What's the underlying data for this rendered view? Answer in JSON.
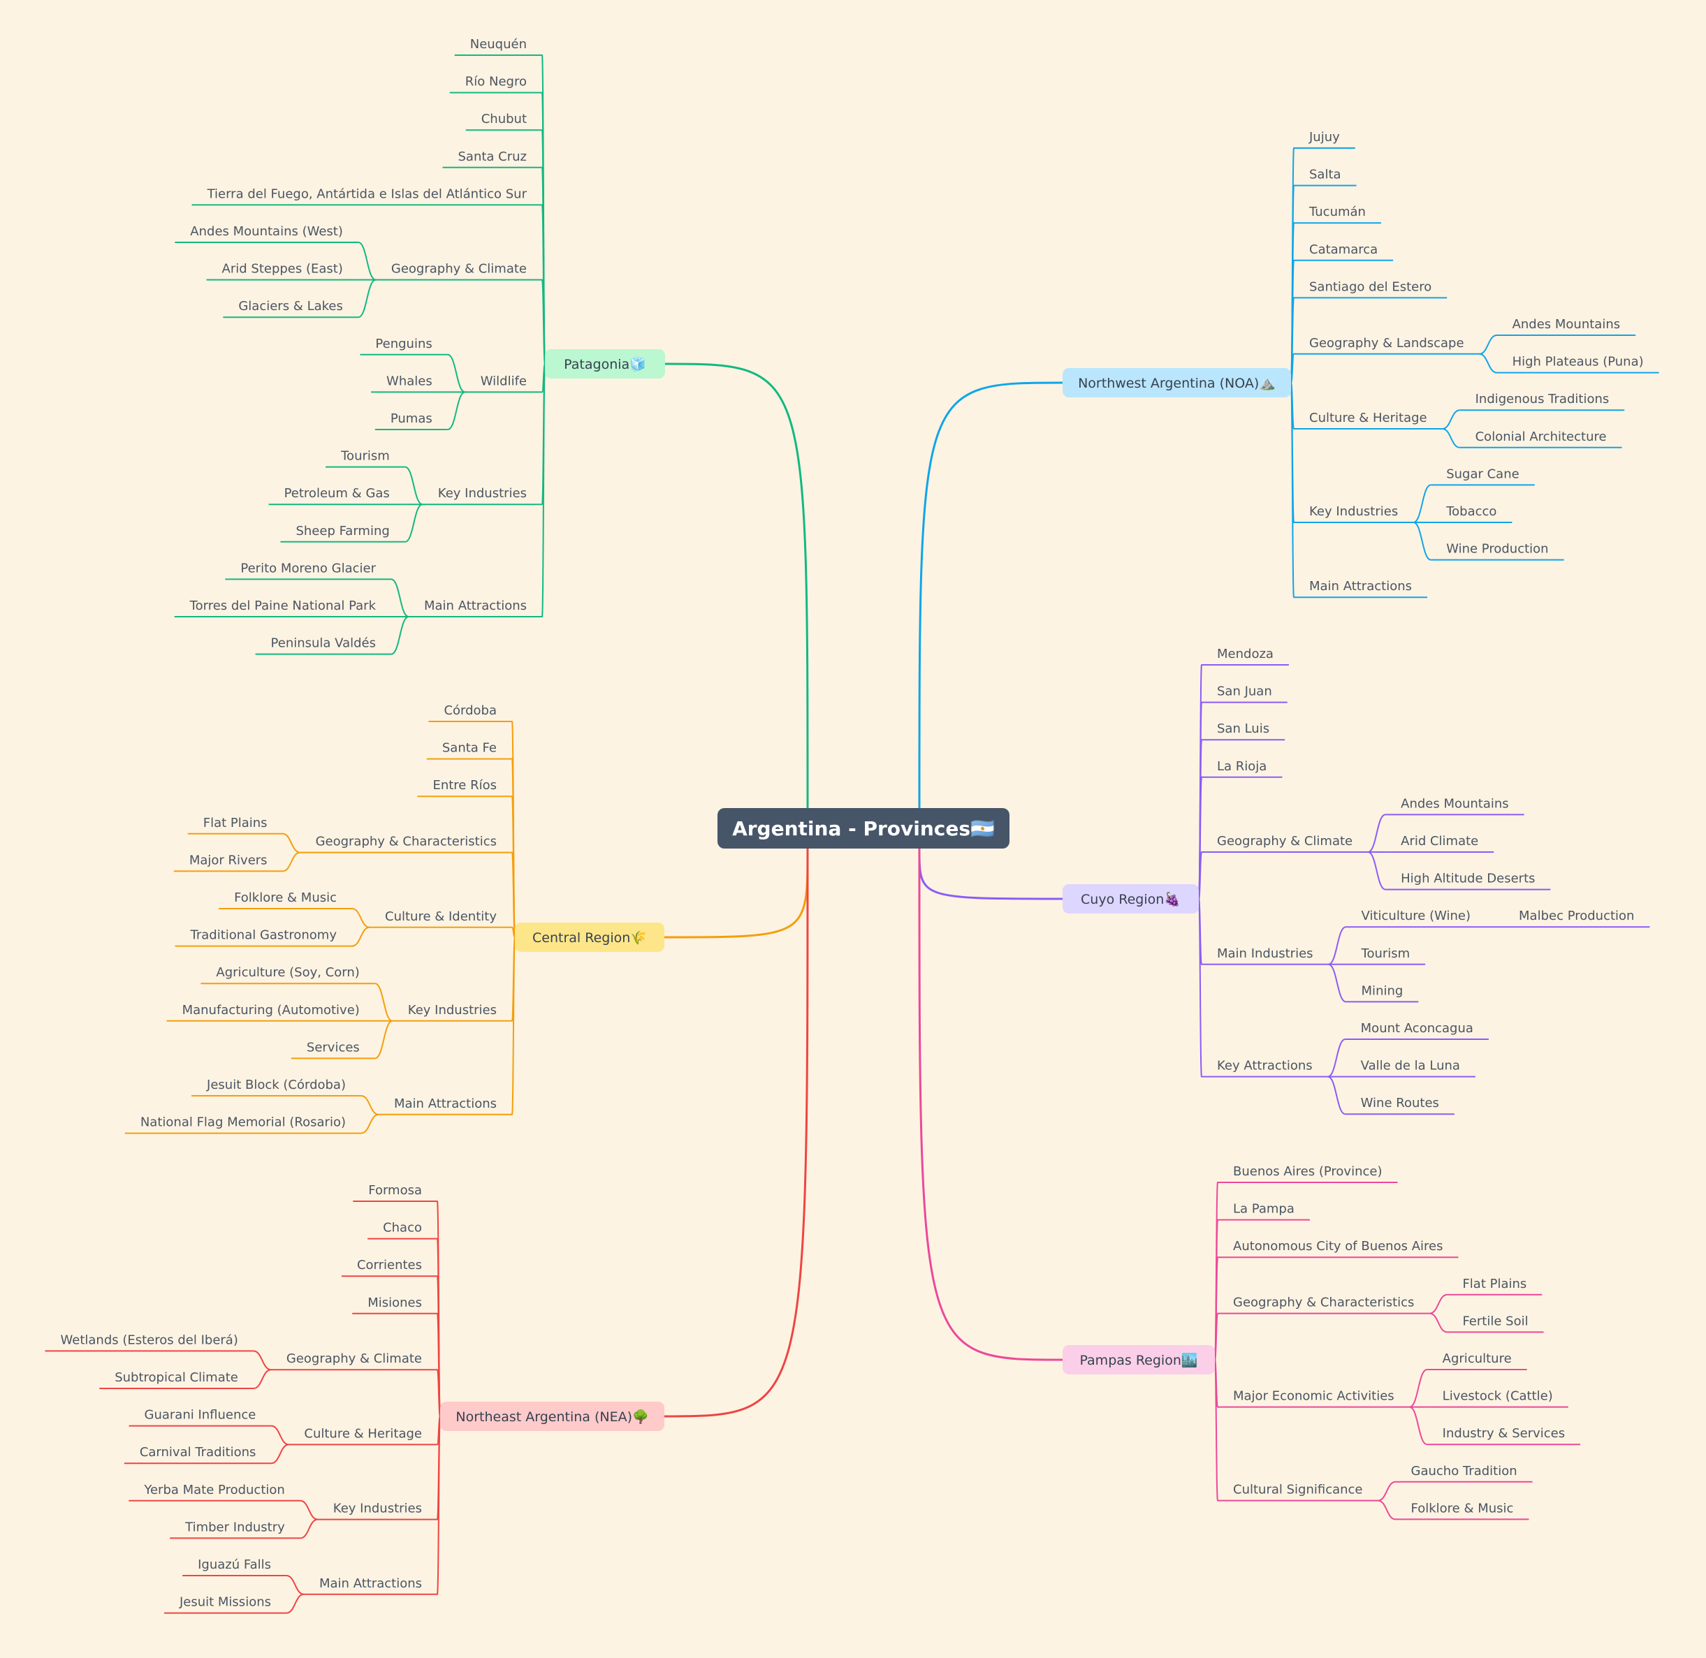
{
  "root": {
    "label": "Argentina - Provinces🇦🇷",
    "fill": "#475569"
  },
  "branches": [
    {
      "id": "patagonia",
      "side": "left",
      "label": "Patagonia🧊",
      "color": "#10b981",
      "fill": "#bbf7d0",
      "children": [
        {
          "label": "Neuquén"
        },
        {
          "label": "Río Negro"
        },
        {
          "label": "Chubut"
        },
        {
          "label": "Santa Cruz"
        },
        {
          "label": "Tierra del Fuego, Antártida e Islas del Atlántico Sur"
        },
        {
          "label": "Geography & Climate",
          "children": [
            {
              "label": "Andes Mountains (West)"
            },
            {
              "label": "Arid Steppes (East)"
            },
            {
              "label": "Glaciers & Lakes"
            }
          ]
        },
        {
          "label": "Wildlife",
          "children": [
            {
              "label": "Penguins"
            },
            {
              "label": "Whales"
            },
            {
              "label": "Pumas"
            }
          ]
        },
        {
          "label": "Key Industries",
          "children": [
            {
              "label": "Tourism"
            },
            {
              "label": "Petroleum & Gas"
            },
            {
              "label": "Sheep Farming"
            }
          ]
        },
        {
          "label": "Main Attractions",
          "children": [
            {
              "label": "Perito Moreno Glacier"
            },
            {
              "label": "Torres del Paine National Park"
            },
            {
              "label": "Peninsula Valdés"
            }
          ]
        }
      ]
    },
    {
      "id": "central",
      "side": "left",
      "label": "Central Region🌾",
      "color": "#f59e0b",
      "fill": "#fde68a",
      "children": [
        {
          "label": "Córdoba"
        },
        {
          "label": "Santa Fe"
        },
        {
          "label": "Entre Ríos"
        },
        {
          "label": "Geography & Characteristics",
          "children": [
            {
              "label": "Flat Plains"
            },
            {
              "label": "Major Rivers"
            }
          ]
        },
        {
          "label": "Culture & Identity",
          "children": [
            {
              "label": "Folklore & Music"
            },
            {
              "label": "Traditional Gastronomy"
            }
          ]
        },
        {
          "label": "Key Industries",
          "children": [
            {
              "label": "Agriculture (Soy, Corn)"
            },
            {
              "label": "Manufacturing (Automotive)"
            },
            {
              "label": "Services"
            }
          ]
        },
        {
          "label": "Main Attractions",
          "children": [
            {
              "label": "Jesuit Block (Córdoba)"
            },
            {
              "label": "National Flag Memorial (Rosario)"
            }
          ]
        }
      ]
    },
    {
      "id": "nea",
      "side": "left",
      "label": "Northeast Argentina (NEA)🌳",
      "color": "#ef4444",
      "fill": "#fecaca",
      "children": [
        {
          "label": "Formosa"
        },
        {
          "label": "Chaco"
        },
        {
          "label": "Corrientes"
        },
        {
          "label": "Misiones"
        },
        {
          "label": "Geography & Climate",
          "children": [
            {
              "label": "Wetlands (Esteros del Iberá)"
            },
            {
              "label": "Subtropical Climate"
            }
          ]
        },
        {
          "label": "Culture & Heritage",
          "children": [
            {
              "label": "Guarani Influence"
            },
            {
              "label": "Carnival Traditions"
            }
          ]
        },
        {
          "label": "Key Industries",
          "children": [
            {
              "label": "Yerba Mate Production"
            },
            {
              "label": "Timber Industry"
            }
          ]
        },
        {
          "label": "Main Attractions",
          "children": [
            {
              "label": "Iguazú Falls"
            },
            {
              "label": "Jesuit Missions"
            }
          ]
        }
      ]
    },
    {
      "id": "noa",
      "side": "right",
      "label": "Northwest Argentina (NOA)⛰️",
      "color": "#0ea5e9",
      "fill": "#bae6fd",
      "children": [
        {
          "label": "Jujuy"
        },
        {
          "label": "Salta"
        },
        {
          "label": "Tucumán"
        },
        {
          "label": "Catamarca"
        },
        {
          "label": "Santiago del Estero"
        },
        {
          "label": "Geography & Landscape",
          "children": [
            {
              "label": "Andes Mountains"
            },
            {
              "label": "High Plateaus (Puna)"
            }
          ]
        },
        {
          "label": "Culture & Heritage",
          "children": [
            {
              "label": "Indigenous Traditions"
            },
            {
              "label": "Colonial Architecture"
            }
          ]
        },
        {
          "label": "Key Industries",
          "children": [
            {
              "label": "Sugar Cane"
            },
            {
              "label": "Tobacco"
            },
            {
              "label": "Wine Production"
            }
          ]
        },
        {
          "label": "Main Attractions"
        }
      ]
    },
    {
      "id": "cuyo",
      "side": "right",
      "label": "Cuyo Region🍇",
      "color": "#8b5cf6",
      "fill": "#ddd6fe",
      "children": [
        {
          "label": "Mendoza"
        },
        {
          "label": "San Juan"
        },
        {
          "label": "San Luis"
        },
        {
          "label": "La Rioja"
        },
        {
          "label": "Geography & Climate",
          "children": [
            {
              "label": "Andes Mountains"
            },
            {
              "label": "Arid Climate"
            },
            {
              "label": "High Altitude Deserts"
            }
          ]
        },
        {
          "label": "Main Industries",
          "children": [
            {
              "label": "Viticulture (Wine)",
              "children": [
                {
                  "label": "Malbec Production"
                }
              ]
            },
            {
              "label": "Tourism"
            },
            {
              "label": "Mining"
            }
          ]
        },
        {
          "label": "Key Attractions",
          "children": [
            {
              "label": "Mount Aconcagua"
            },
            {
              "label": "Valle de la Luna"
            },
            {
              "label": "Wine Routes"
            }
          ]
        }
      ]
    },
    {
      "id": "pampas",
      "side": "right",
      "label": "Pampas Region🏙️",
      "color": "#ec4899",
      "fill": "#fbcfe8",
      "children": [
        {
          "label": "Buenos Aires (Province)"
        },
        {
          "label": "La Pampa"
        },
        {
          "label": "Autonomous City of Buenos Aires"
        },
        {
          "label": "Geography & Characteristics",
          "children": [
            {
              "label": "Flat Plains"
            },
            {
              "label": "Fertile Soil"
            }
          ]
        },
        {
          "label": "Major Economic Activities",
          "children": [
            {
              "label": "Agriculture"
            },
            {
              "label": "Livestock (Cattle)"
            },
            {
              "label": "Industry & Services"
            }
          ]
        },
        {
          "label": "Cultural Significance",
          "children": [
            {
              "label": "Gaucho Tradition"
            },
            {
              "label": "Folklore & Music"
            }
          ]
        }
      ]
    }
  ]
}
